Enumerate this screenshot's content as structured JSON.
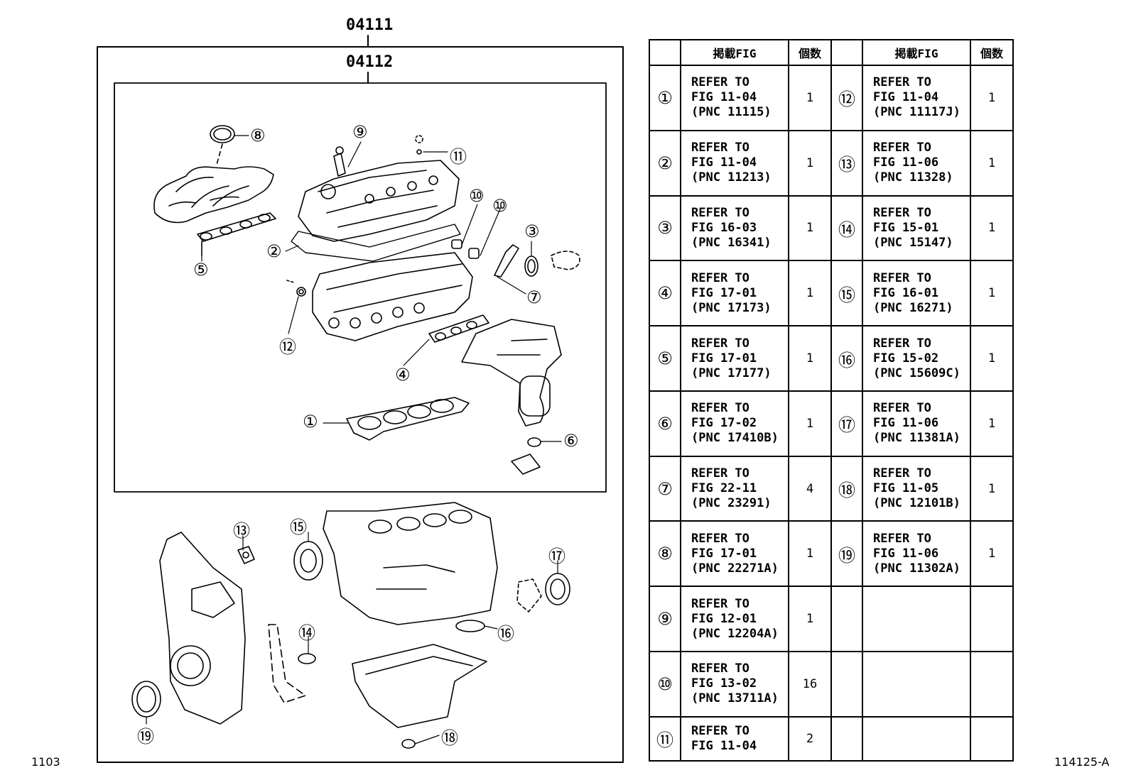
{
  "header": {
    "kit_outer": "04111",
    "kit_inner": "04112"
  },
  "footer": {
    "left_code": "1103",
    "right_code": "114125-A"
  },
  "callouts": [
    "①",
    "②",
    "③",
    "④",
    "⑤",
    "⑥",
    "⑦",
    "⑧",
    "⑨",
    "⑩",
    "⑪",
    "⑫",
    "⑬",
    "⑭",
    "⑮",
    "⑯",
    "⑰",
    "⑱",
    "⑲"
  ],
  "table": {
    "headers": {
      "fig": "掲載FIG",
      "qty": "個数"
    },
    "rows": [
      {
        "left": {
          "num": "①",
          "l1": "REFER TO",
          "l2": "FIG 11-04",
          "l3": "(PNC 11115)",
          "qty": "1"
        },
        "right": {
          "num": "⑫",
          "l1": "REFER TO",
          "l2": "FIG 11-04",
          "l3": "(PNC 11117J)",
          "qty": "1"
        }
      },
      {
        "left": {
          "num": "②",
          "l1": "REFER TO",
          "l2": "FIG 11-04",
          "l3": "(PNC 11213)",
          "qty": "1"
        },
        "right": {
          "num": "⑬",
          "l1": "REFER TO",
          "l2": "FIG 11-06",
          "l3": "(PNC 11328)",
          "qty": "1"
        }
      },
      {
        "left": {
          "num": "③",
          "l1": "REFER TO",
          "l2": "FIG 16-03",
          "l3": "(PNC 16341)",
          "qty": "1"
        },
        "right": {
          "num": "⑭",
          "l1": "REFER TO",
          "l2": "FIG 15-01",
          "l3": "(PNC 15147)",
          "qty": "1"
        }
      },
      {
        "left": {
          "num": "④",
          "l1": "REFER TO",
          "l2": "FIG 17-01",
          "l3": "(PNC 17173)",
          "qty": "1"
        },
        "right": {
          "num": "⑮",
          "l1": "REFER TO",
          "l2": "FIG 16-01",
          "l3": "(PNC 16271)",
          "qty": "1"
        }
      },
      {
        "left": {
          "num": "⑤",
          "l1": "REFER TO",
          "l2": "FIG 17-01",
          "l3": "(PNC 17177)",
          "qty": "1"
        },
        "right": {
          "num": "⑯",
          "l1": "REFER TO",
          "l2": "FIG 15-02",
          "l3": "(PNC 15609C)",
          "qty": "1"
        }
      },
      {
        "left": {
          "num": "⑥",
          "l1": "REFER TO",
          "l2": "FIG 17-02",
          "l3": "(PNC 17410B)",
          "qty": "1"
        },
        "right": {
          "num": "⑰",
          "l1": "REFER TO",
          "l2": "FIG 11-06",
          "l3": "(PNC 11381A)",
          "qty": "1"
        }
      },
      {
        "left": {
          "num": "⑦",
          "l1": "REFER TO",
          "l2": "FIG 22-11",
          "l3": "(PNC 23291)",
          "qty": "4"
        },
        "right": {
          "num": "⑱",
          "l1": "REFER TO",
          "l2": "FIG 11-05",
          "l3": "(PNC 12101B)",
          "qty": "1"
        }
      },
      {
        "left": {
          "num": "⑧",
          "l1": "REFER TO",
          "l2": "FIG 17-01",
          "l3": "(PNC 22271A)",
          "qty": "1"
        },
        "right": {
          "num": "⑲",
          "l1": "REFER TO",
          "l2": "FIG 11-06",
          "l3": "(PNC 11302A)",
          "qty": "1"
        }
      },
      {
        "left": {
          "num": "⑨",
          "l1": "REFER TO",
          "l2": "FIG 12-01",
          "l3": "(PNC 12204A)",
          "qty": "1"
        },
        "right": {
          "num": "",
          "l1": "",
          "l2": "",
          "l3": "",
          "qty": ""
        }
      },
      {
        "left": {
          "num": "⑩",
          "l1": "REFER TO",
          "l2": "FIG 13-02",
          "l3": "(PNC 13711A)",
          "qty": "16"
        },
        "right": {
          "num": "",
          "l1": "",
          "l2": "",
          "l3": "",
          "qty": ""
        }
      },
      {
        "left": {
          "num": "⑪",
          "l1": "REFER TO",
          "l2": "FIG 11-04",
          "l3": "",
          "qty": "2"
        },
        "right": {
          "num": "",
          "l1": "",
          "l2": "",
          "l3": "",
          "qty": ""
        }
      }
    ]
  }
}
